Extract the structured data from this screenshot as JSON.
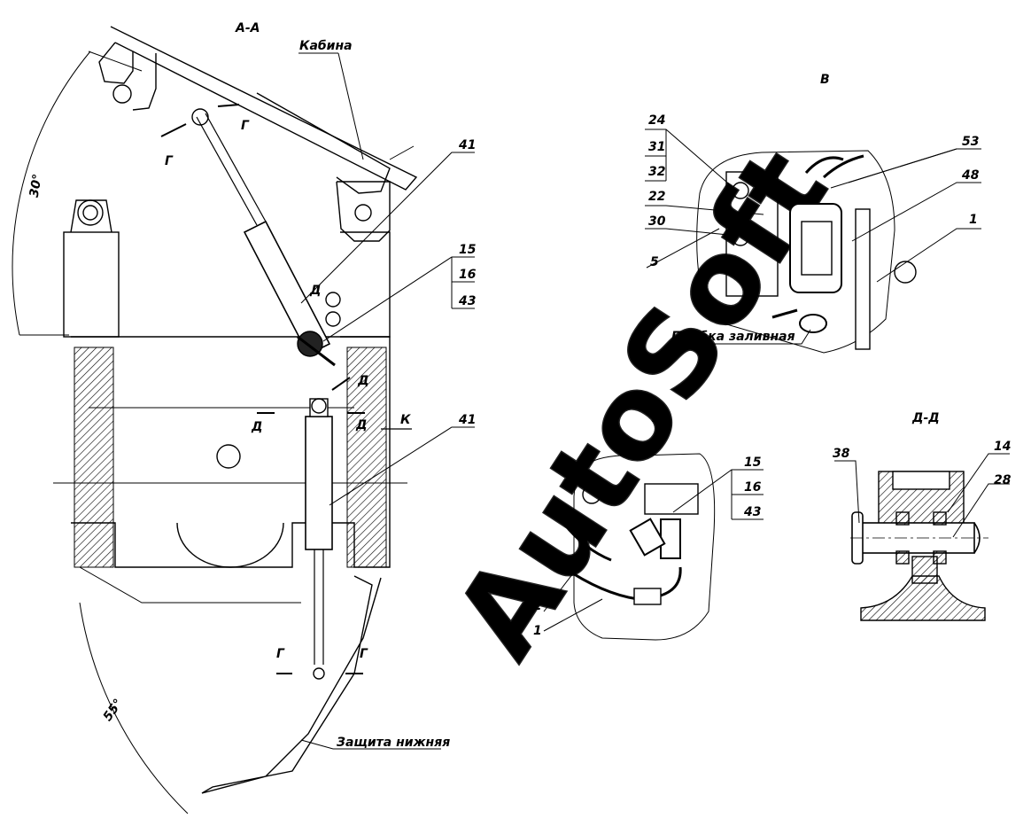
{
  "watermark": "AutoSoft",
  "views": {
    "aa": "А-А",
    "v": "В",
    "k": "К",
    "dd": "Д-Д"
  },
  "labels": {
    "cabin": "Кабина",
    "bottom_guard": "Защита   нижняя",
    "filler_plug": "Пробка  заливная",
    "angle_top": "30°",
    "angle_bottom": "55°"
  },
  "section_marks": {
    "g": "Г",
    "d": "Д",
    "k": "К"
  },
  "callouts": {
    "main_41_top": "41",
    "main_41_mid": "41",
    "main_group": [
      "15",
      "16",
      "43"
    ],
    "v_group": [
      "24",
      "31",
      "32"
    ],
    "v_22": "22",
    "v_30": "30",
    "v_5": "5",
    "v_53": "53",
    "v_48": "48",
    "v_1": "1",
    "k_group": [
      "15",
      "16",
      "43"
    ],
    "k_2": "2",
    "k_1": "1",
    "dd_38": "38",
    "dd_14": "14",
    "dd_28": "28"
  }
}
